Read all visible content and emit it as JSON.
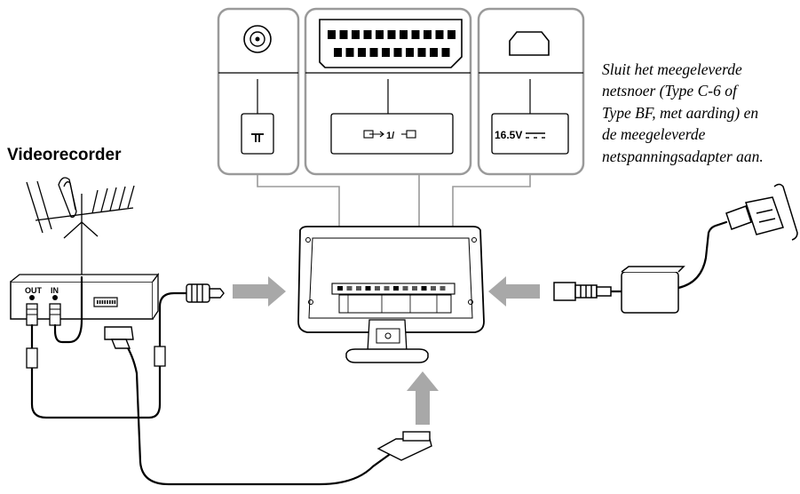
{
  "recorder_label": "Videorecorder",
  "vcr_port_labels": {
    "out": "OUT",
    "in": "IN"
  },
  "panels": [
    {
      "connector": "antenna-coax",
      "symbol": "ᴛ"
    },
    {
      "connector": "scart",
      "symbol": "1/"
    },
    {
      "connector": "dc-power",
      "symbol": "16.5V"
    }
  ],
  "power_instruction": [
    "Sluit het meegeleverde",
    "netsnoer (Type C-6 of",
    "Type BF, met aarding) en",
    "de meegeleverde",
    "netspanningsadapter aan."
  ],
  "colors": {
    "line": "#000000",
    "panel_border": "#9a9a9a",
    "arrow": "#a8a8a8"
  }
}
